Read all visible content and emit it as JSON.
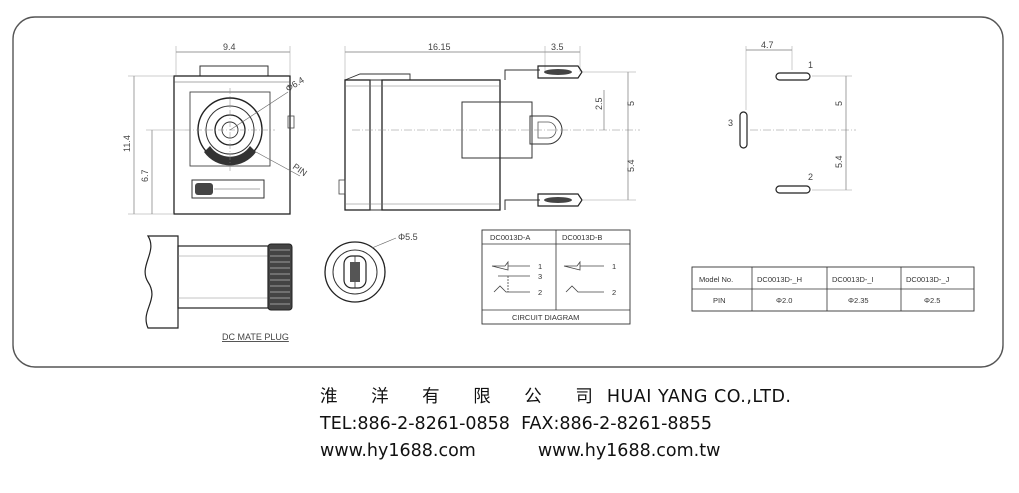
{
  "drawing": {
    "front_view": {
      "dim_width": "9.4",
      "dim_dia": "Φ6.4",
      "dim_height": "11.4",
      "dim_center": "6.7",
      "pin_label": "PIN"
    },
    "side_view": {
      "dim_length": "16.15",
      "dim_tab": "3.5",
      "dim_pin_offset": "2.5",
      "dim_upper": "5",
      "dim_lower": "5.4"
    },
    "pin_layout": {
      "dim_spacing": "4.7",
      "dim_upper": "5",
      "dim_lower": "5.4",
      "pin_1": "1",
      "pin_2": "2",
      "pin_3": "3"
    },
    "plug_view": {
      "caption": "DC MATE PLUG"
    },
    "end_view": {
      "dim_dia": "Φ5.5"
    },
    "circuit_diagram": {
      "header_a": "DC0013D-A",
      "header_b": "DC0013D-B",
      "a_pins": [
        "1",
        "3",
        "2"
      ],
      "b_pins": [
        "1",
        "2"
      ],
      "caption": "CIRCUIT DIAGRAM"
    },
    "model_table": {
      "headers": [
        "Model No.",
        "DC0013D-_H",
        "DC0013D-_I",
        "DC0013D-_J"
      ],
      "row_label": "PIN",
      "values": [
        "Φ2.0",
        "Φ2.35",
        "Φ2.5"
      ]
    }
  },
  "company": {
    "name_cn": "淮 洋 有 限 公 司",
    "name_en": "HUAI YANG CO.,LTD.",
    "tel": "TEL:886-2-8261-0858",
    "fax": "FAX:886-2-8261-8855",
    "web_1": "www.hy1688.com",
    "web_2": "www.hy1688.com.tw"
  }
}
